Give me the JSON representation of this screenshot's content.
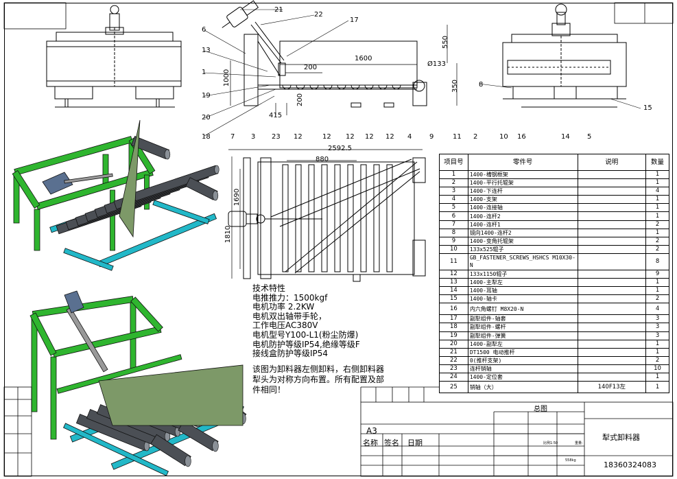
{
  "drawing": {
    "title": "犁式卸料器",
    "sheet_size": "A3",
    "phone": "18360324083",
    "assembly_label": "总图",
    "scale_label": "比例1:50",
    "weight_label": "重量:",
    "mass_label": "558kg",
    "signature_fields": [
      "名称",
      "签名",
      "日期"
    ]
  },
  "dimensions": {
    "top_view_length": "1600",
    "top_view_gap": "200",
    "top_view_height_left": "1000",
    "top_view_height_right_top": "550",
    "top_view_height_right_bottom": "350",
    "top_view_small": "200",
    "top_view_offset": "415",
    "roller_diameter": "Ø133",
    "plan_total_length": "2592.5",
    "plan_inner_length": "880",
    "plan_width_outer": "1810",
    "plan_width_inner": "1690"
  },
  "balloons_top": [
    "21",
    "22",
    "17",
    "6",
    "13",
    "1",
    "19",
    "20",
    "18",
    "7",
    "3",
    "23",
    "12",
    "12",
    "12",
    "12",
    "12",
    "4",
    "9",
    "11",
    "2",
    "10",
    "16"
  ],
  "balloons_side": [
    "8",
    "14",
    "5",
    "15"
  ],
  "tech_notes": {
    "heading": "技术特性",
    "lines": [
      "电推推力：1500kgf",
      "电机功率 2.2KW",
      "电机双出轴带手轮，",
      "工作电压AC380V",
      "电机型号Y100-L1(粉尘防爆)",
      "电机防护等级IP54,绝缘等级F",
      "接线盒防护等级IP54"
    ]
  },
  "discharge_note": "该图为卸料器左侧卸料，右侧卸料器犁头为对称方向布置。所有配置及部件相同！",
  "parts_table": {
    "headers": [
      "项目号",
      "零件号",
      "说明",
      "数量"
    ],
    "rows": [
      {
        "no": "1",
        "name": "1400-槽钢框架",
        "desc": "",
        "qty": "1"
      },
      {
        "no": "2",
        "name": "1400-平行托辊架",
        "desc": "",
        "qty": "1"
      },
      {
        "no": "3",
        "name": "1400-下连杆",
        "desc": "",
        "qty": "4"
      },
      {
        "no": "4",
        "name": "1400-支架",
        "desc": "",
        "qty": "1"
      },
      {
        "no": "5",
        "name": "1400-连接轴",
        "desc": "",
        "qty": "1"
      },
      {
        "no": "6",
        "name": "1400-连杆2",
        "desc": "",
        "qty": "1"
      },
      {
        "no": "7",
        "name": "1400-连杆1",
        "desc": "",
        "qty": "2"
      },
      {
        "no": "8",
        "name": "镜向1400-连杆2",
        "desc": "",
        "qty": "1"
      },
      {
        "no": "9",
        "name": "1400-变角托辊架",
        "desc": "",
        "qty": "2"
      },
      {
        "no": "10",
        "name": "133x525辊子",
        "desc": "",
        "qty": "2"
      },
      {
        "no": "11",
        "name": "GB_FASTENER_SCREWS_HSHCS M10X30-N",
        "desc": "",
        "qty": "8"
      },
      {
        "no": "12",
        "name": "133x1150辊子",
        "desc": "",
        "qty": "9"
      },
      {
        "no": "13",
        "name": "1400-主犁左",
        "desc": "",
        "qty": "1"
      },
      {
        "no": "14",
        "name": "1400-耳轴",
        "desc": "",
        "qty": "1"
      },
      {
        "no": "15",
        "name": "1400-轴卡",
        "desc": "",
        "qty": "2"
      },
      {
        "no": "16",
        "name": "内六角螺钉 M8X20-N",
        "desc": "",
        "qty": "4"
      },
      {
        "no": "17",
        "name": "副犁组件-轴套",
        "desc": "",
        "qty": "3"
      },
      {
        "no": "18",
        "name": "副犁组件-螺杆",
        "desc": "",
        "qty": "3"
      },
      {
        "no": "19",
        "name": "副犁组件-弹簧",
        "desc": "",
        "qty": "3"
      },
      {
        "no": "20",
        "name": "1400-副犁左",
        "desc": "",
        "qty": "1"
      },
      {
        "no": "21",
        "name": "DT1500 电动推杆",
        "desc": "",
        "qty": "1"
      },
      {
        "no": "22",
        "name": "0(推杆支架)",
        "desc": "",
        "qty": "2"
      },
      {
        "no": "23",
        "name": "连杆销轴",
        "desc": "",
        "qty": "10"
      },
      {
        "no": "24",
        "name": "1400-定位套",
        "desc": "",
        "qty": "1"
      },
      {
        "no": "25",
        "name": "销轴（大）",
        "desc": "140F13左",
        "qty": "1"
      }
    ]
  },
  "colors": {
    "frame_green": "#2fb52f",
    "frame_dark_green": "#1d7a1d",
    "roller_gray": "#4b4f55",
    "roller_light": "#8a9097",
    "base_cyan": "#22b8c8",
    "plough_olive": "#7d9968",
    "motor_blue": "#5a7090"
  }
}
